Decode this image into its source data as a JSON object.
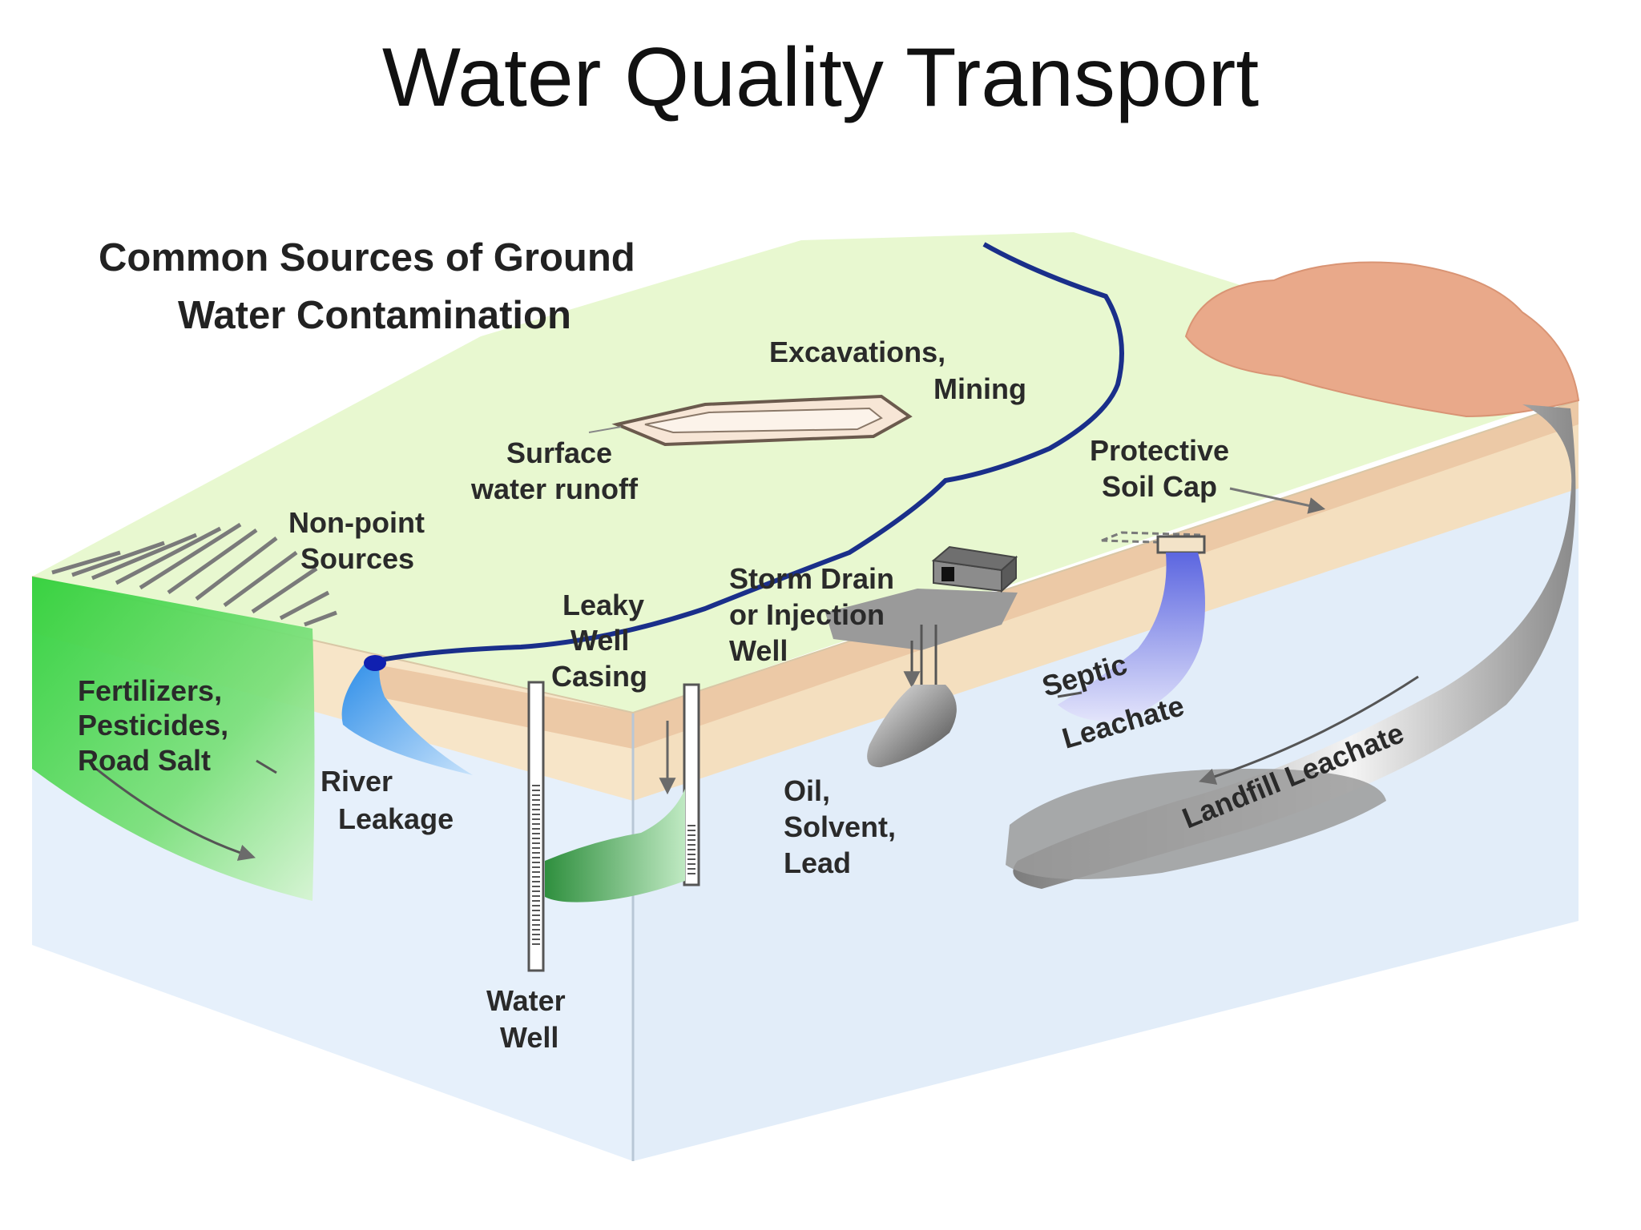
{
  "title": "Water Quality Transport",
  "diagram": {
    "heading_line1": "Common Sources of Ground",
    "heading_line2": "Water Contamination",
    "colors": {
      "surface": "#e8f8d0",
      "soil": "#f6e4c6",
      "groundwater": "#e6f0fb",
      "river": "#1a2f8a",
      "fertilizer_plume": "#3fd14a",
      "well_plume": "#3a9a48",
      "septic_plume": "#6f78e6",
      "landfill": "#e9a98a",
      "leachate": "#8c8c8c"
    },
    "labels": {
      "excavations_1": "Excavations,",
      "excavations_2": "Mining",
      "surface_1": "Surface",
      "surface_2": "water runoff",
      "protective_1": "Protective",
      "protective_2": "Soil Cap",
      "nonpoint_1": "Non-point",
      "nonpoint_2": "Sources",
      "storm_1": "Storm Drain",
      "storm_2": "or Injection",
      "storm_3": "Well",
      "leaky_1": "Leaky",
      "leaky_2": "Well",
      "leaky_3": "Casing",
      "fert_1": "Fertilizers,",
      "fert_2": "Pesticides,",
      "fert_3": "Road Salt",
      "river_1": "River",
      "river_2": "Leakage",
      "oil_1": "Oil,",
      "oil_2": "Solvent,",
      "oil_3": "Lead",
      "septic_1": "Septic",
      "septic_2": "Leachate",
      "landfill": "Landfill Leachate",
      "water_1": "Water",
      "water_2": "Well"
    }
  }
}
